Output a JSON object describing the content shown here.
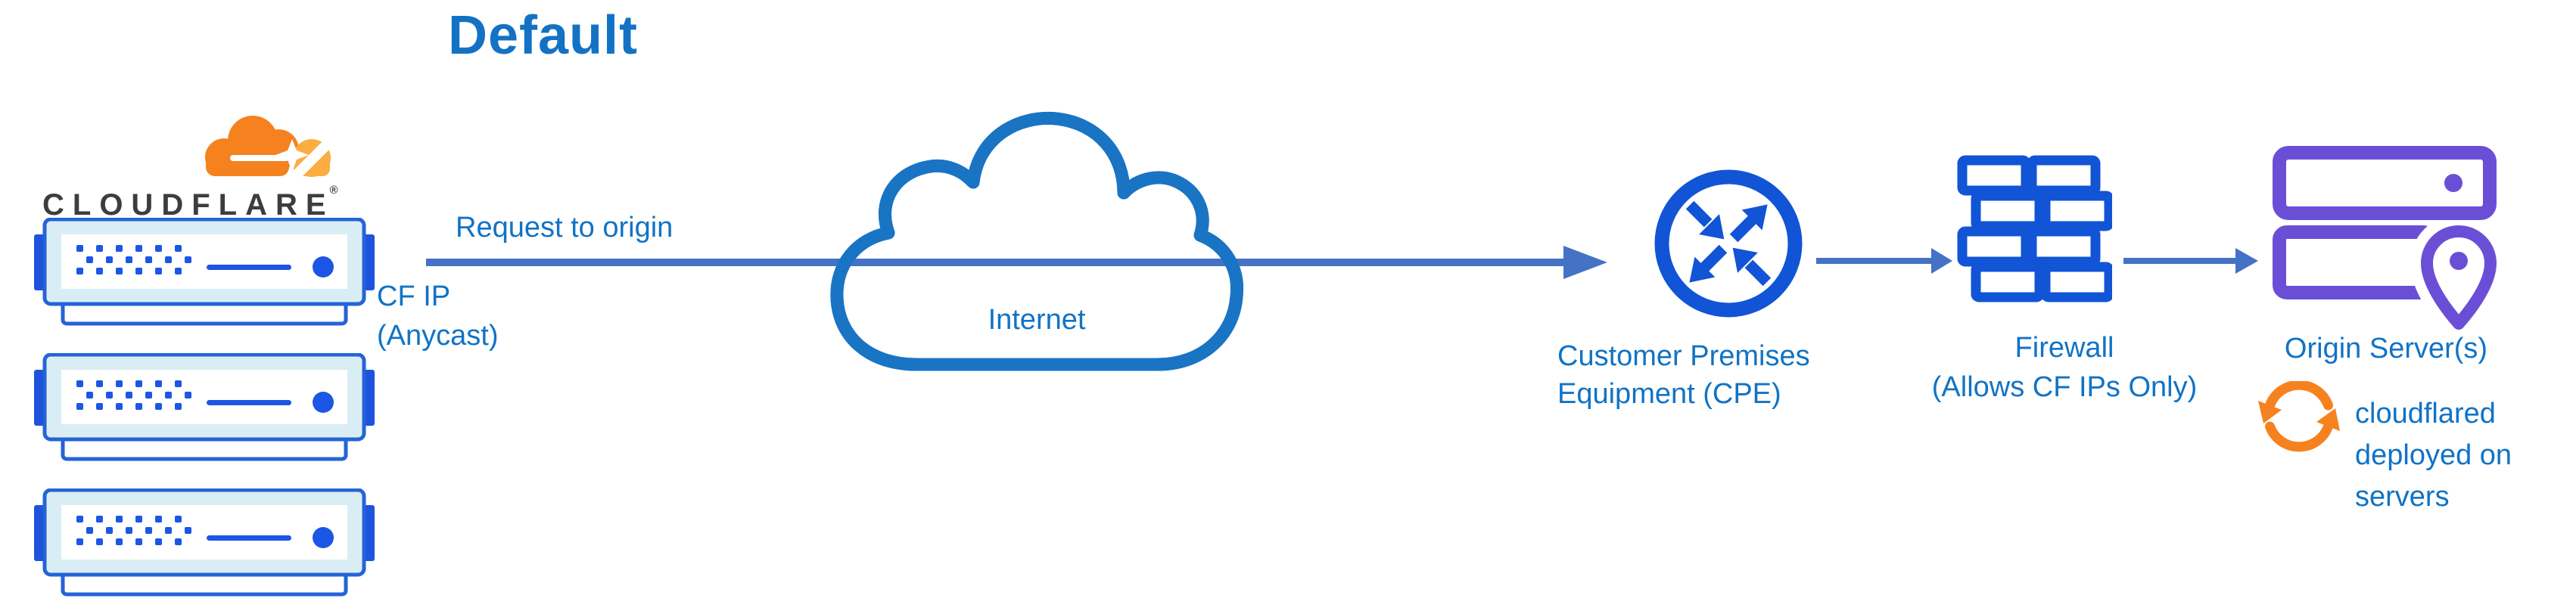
{
  "title": "Default",
  "colors": {
    "label_blue": "#1173c5",
    "title_blue": "#1372c4",
    "arrow_blue": "#4472c4",
    "icon_blue": "#1154d6",
    "server_dot_blue": "#1c56e4",
    "server_border_blue": "#2563d8",
    "server_fill_light": "#d9edf4",
    "cloud_outline_blue": "#1974c4",
    "origin_purple": "#6a4fd6",
    "cloudflare_orange": "#f6821f",
    "cloudflare_orange_light": "#fbad41",
    "wordmark_dark": "#3d3d3d"
  },
  "cloudflare": {
    "wordmark": "CLOUDFLARE",
    "registered_mark": "®",
    "logo_icon": "cloudflare-cloud-logo",
    "server_icon": "edge-server-icon",
    "server_count": 3
  },
  "flow": {
    "request_label": "Request to origin",
    "ip_label_lines": [
      "CF IP",
      "(Anycast)"
    ]
  },
  "internet": {
    "label": "Internet",
    "icon": "internet-cloud-icon"
  },
  "cpe": {
    "label_lines": [
      "Customer Premises",
      "Equipment (CPE)"
    ],
    "icon": "cpe-router-arrows-icon"
  },
  "firewall": {
    "label_lines": [
      "Firewall",
      "(Allows CF IPs Only)"
    ],
    "icon": "firewall-brick-wall-icon"
  },
  "origin": {
    "label": "Origin Server(s)",
    "icon": "origin-server-stack-icon",
    "pin_icon": "location-pin-icon",
    "note_lines": [
      "cloudflared",
      "deployed on",
      "servers"
    ],
    "note_icon": "sync-arrows-icon"
  }
}
